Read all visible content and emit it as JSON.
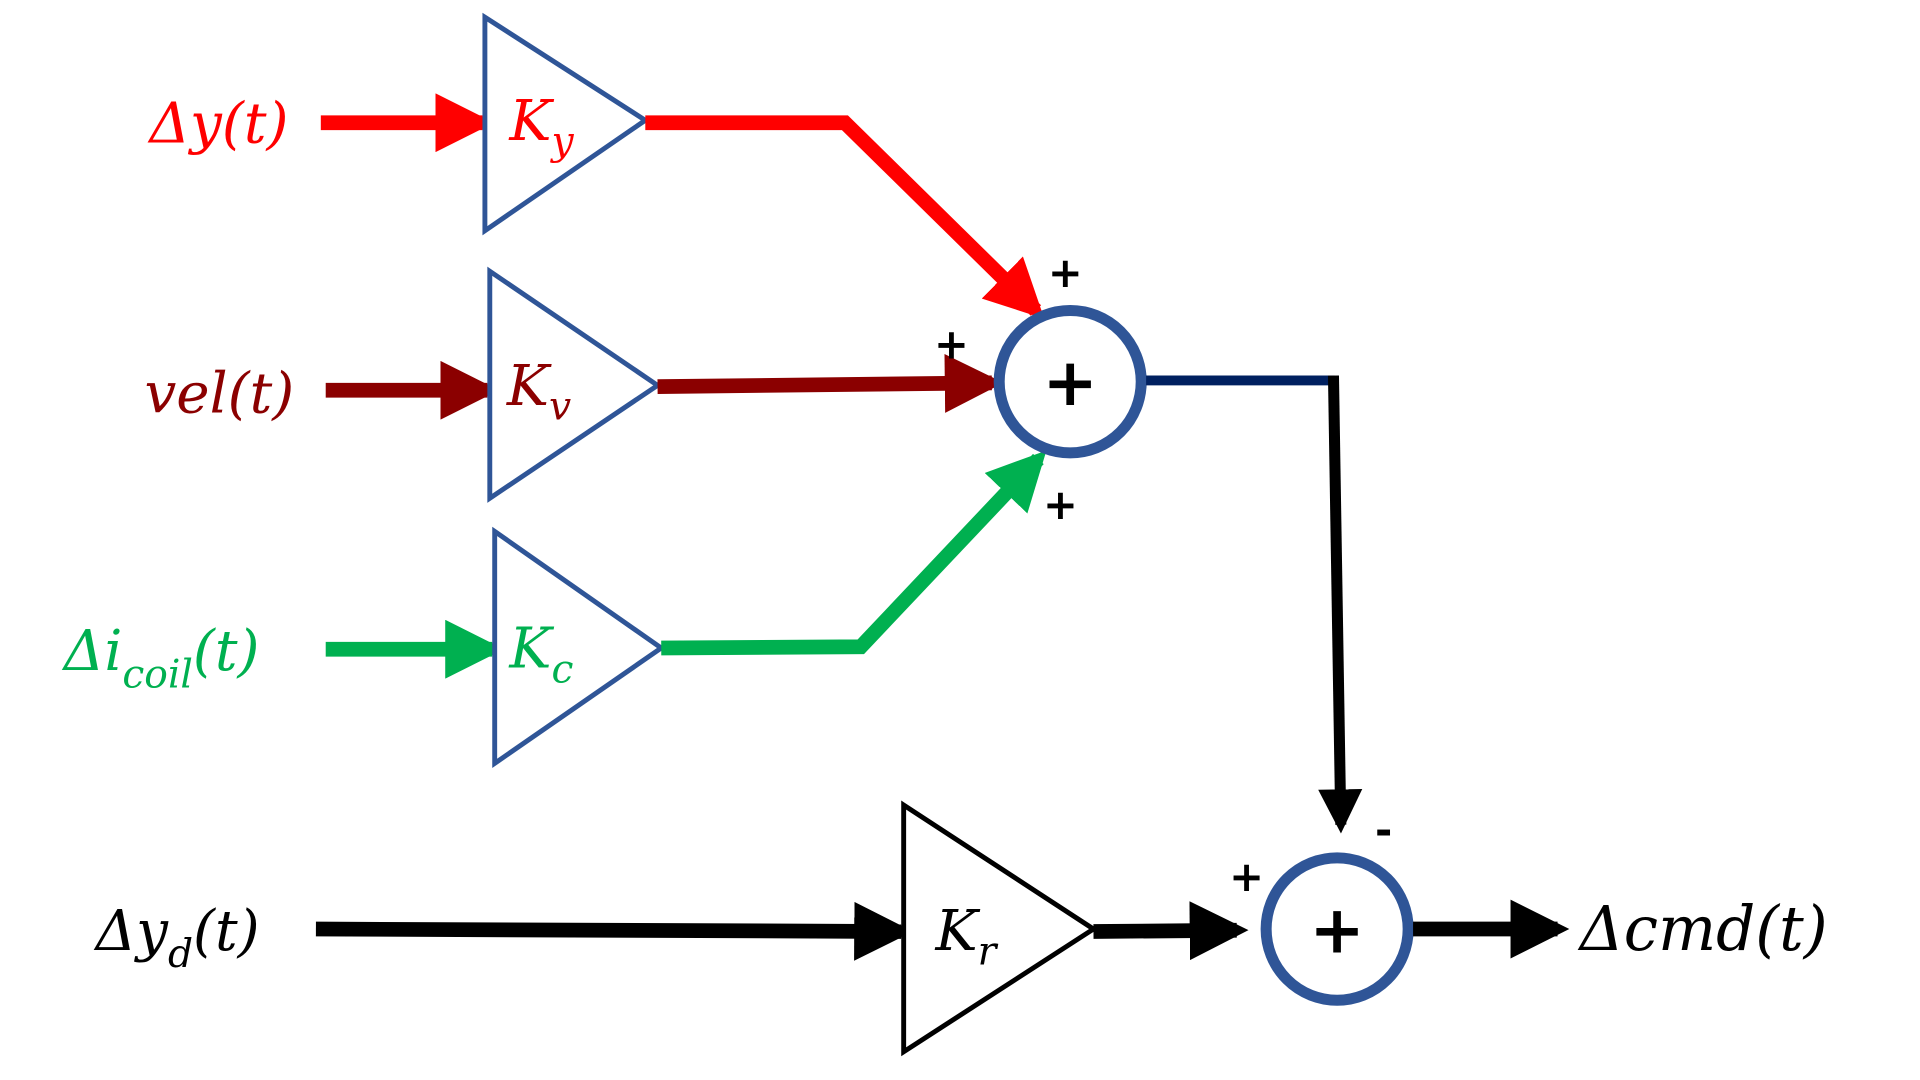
{
  "title": "Control block diagram",
  "colors": {
    "position": "#FF0000",
    "velocity": "#8B0000",
    "current": "#00B050",
    "reference": "#000000",
    "block_outline": "#2F5597",
    "sum_output_line": "#002060"
  },
  "inputs": {
    "dy": {
      "main": "Δy",
      "args": "(t)"
    },
    "vel": {
      "main": "vel",
      "args": "(t)"
    },
    "dicoil": {
      "main": "Δi",
      "sub": "coil",
      "args": "(t)"
    },
    "dyd": {
      "main": "Δy",
      "sub": "d",
      "args": "(t)"
    }
  },
  "gains": {
    "ky": {
      "main": "K",
      "sub": "y"
    },
    "kv": {
      "main": "K",
      "sub": "v"
    },
    "kc": {
      "main": "K",
      "sub": "c"
    },
    "kr": {
      "main": "K",
      "sub": "r"
    }
  },
  "summing_junctions": {
    "sum1": {
      "symbol": "+",
      "signs": {
        "top": "+",
        "left": "+",
        "bottom": "+"
      }
    },
    "sum2": {
      "symbol": "+",
      "signs": {
        "top": "-",
        "left": "+"
      }
    }
  },
  "output": {
    "main": "Δcmd",
    "args": "(t)"
  }
}
